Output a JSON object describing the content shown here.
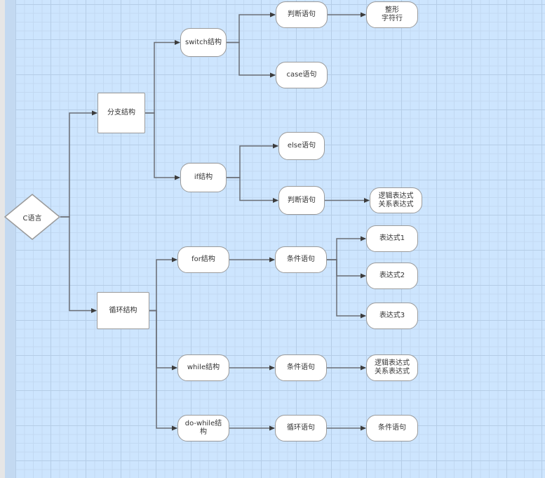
{
  "diagram": {
    "type": "flowchart",
    "colors": {
      "canvas": "#cde5fe",
      "grid_minor": "#c2d9f2",
      "grid_major": "#b5cde7",
      "node_fill": "#ffffff",
      "node_border": "#9a9a9a",
      "edge": "#6b6f76",
      "arrow": "#3c3c3c",
      "text": "#333333"
    },
    "nodes": {
      "root": {
        "label": "C语言",
        "shape": "diamond"
      },
      "branch": {
        "label": "分支结构",
        "shape": "rectangle"
      },
      "loop": {
        "label": "循环结构",
        "shape": "rectangle"
      },
      "switch": {
        "label": "switch结构",
        "shape": "rounded"
      },
      "if": {
        "label": "if结构",
        "shape": "rounded"
      },
      "switch_judge": {
        "label": "判断语句",
        "shape": "rounded"
      },
      "switch_case": {
        "label": "case语句",
        "shape": "rounded"
      },
      "switch_types": {
        "label": "整形\n字符行",
        "shape": "rounded"
      },
      "if_else": {
        "label": "else语句",
        "shape": "rounded"
      },
      "if_judge": {
        "label": "判断语句",
        "shape": "rounded"
      },
      "if_expr": {
        "label": "逻辑表达式\n关系表达式",
        "shape": "rounded"
      },
      "for": {
        "label": "for结构",
        "shape": "rounded"
      },
      "for_cond": {
        "label": "条件语句",
        "shape": "rounded"
      },
      "for_expr1": {
        "label": "表达式1",
        "shape": "rounded"
      },
      "for_expr2": {
        "label": "表达式2",
        "shape": "rounded"
      },
      "for_expr3": {
        "label": "表达式3",
        "shape": "rounded"
      },
      "while": {
        "label": "while结构",
        "shape": "rounded"
      },
      "while_cond": {
        "label": "条件语句",
        "shape": "rounded"
      },
      "while_expr": {
        "label": "逻辑表达式\n关系表达式",
        "shape": "rounded"
      },
      "dowhile": {
        "label": "do-while结\n构",
        "shape": "rounded"
      },
      "dowhile_loop": {
        "label": "循环语句",
        "shape": "rounded"
      },
      "dowhile_cond": {
        "label": "条件语句",
        "shape": "rounded"
      }
    },
    "edges": [
      {
        "from": "root",
        "to": "branch"
      },
      {
        "from": "root",
        "to": "loop"
      },
      {
        "from": "branch",
        "to": "switch"
      },
      {
        "from": "branch",
        "to": "if"
      },
      {
        "from": "switch",
        "to": "switch_judge"
      },
      {
        "from": "switch",
        "to": "switch_case"
      },
      {
        "from": "switch_judge",
        "to": "switch_types"
      },
      {
        "from": "if",
        "to": "if_else"
      },
      {
        "from": "if",
        "to": "if_judge"
      },
      {
        "from": "if_judge",
        "to": "if_expr"
      },
      {
        "from": "loop",
        "to": "for"
      },
      {
        "from": "loop",
        "to": "while"
      },
      {
        "from": "loop",
        "to": "dowhile"
      },
      {
        "from": "for",
        "to": "for_cond"
      },
      {
        "from": "for_cond",
        "to": "for_expr1"
      },
      {
        "from": "for_cond",
        "to": "for_expr2"
      },
      {
        "from": "for_cond",
        "to": "for_expr3"
      },
      {
        "from": "while",
        "to": "while_cond"
      },
      {
        "from": "while_cond",
        "to": "while_expr"
      },
      {
        "from": "dowhile",
        "to": "dowhile_loop"
      },
      {
        "from": "dowhile_loop",
        "to": "dowhile_cond"
      }
    ]
  }
}
